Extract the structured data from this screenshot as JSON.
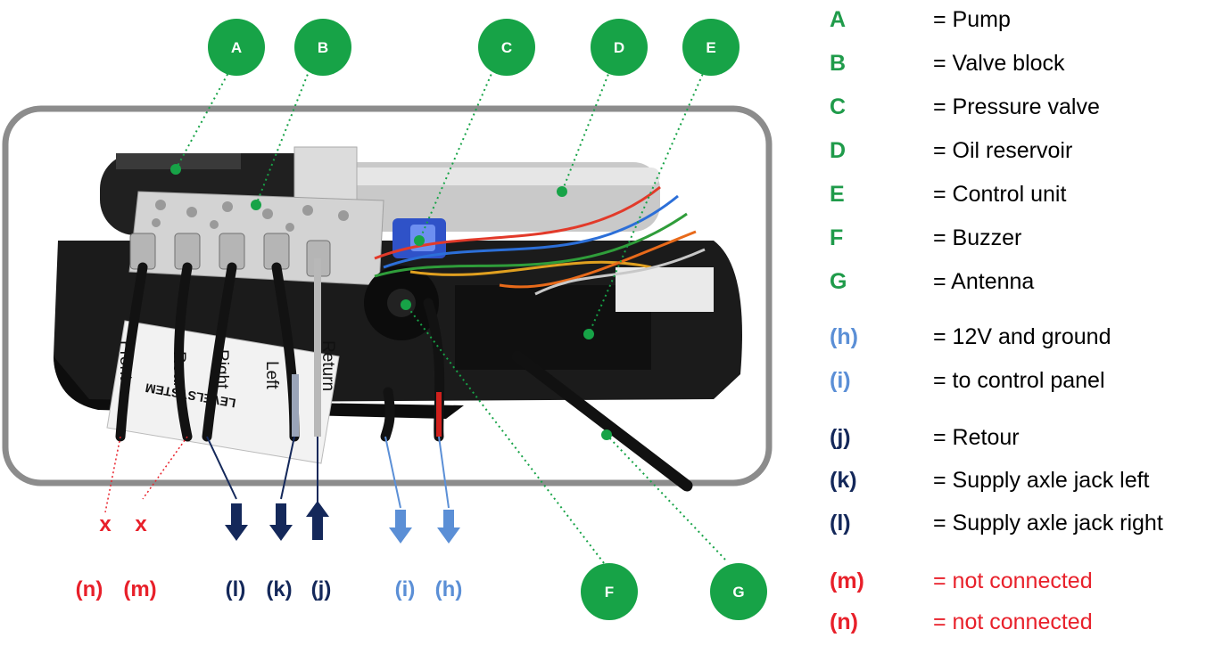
{
  "components": [
    {
      "key": "A",
      "label": "Pump"
    },
    {
      "key": "B",
      "label": "Valve block"
    },
    {
      "key": "C",
      "label": "Pressure valve"
    },
    {
      "key": "D",
      "label": "Oil reservoir"
    },
    {
      "key": "E",
      "label": "Control unit"
    },
    {
      "key": "F",
      "label": "Buzzer"
    },
    {
      "key": "G",
      "label": "Antenna"
    }
  ],
  "connections": [
    {
      "key": "(h)",
      "label": "12V and ground"
    },
    {
      "key": "(i)",
      "label": "to control panel"
    },
    {
      "key": "(j)",
      "label": "Retour"
    },
    {
      "key": "(k)",
      "label": "Supply axle jack left"
    },
    {
      "key": "(l)",
      "label": "Supply axle jack right"
    },
    {
      "key": "(m)",
      "label": "not connected"
    },
    {
      "key": "(n)",
      "label": "not connected"
    }
  ],
  "unconnected_marker": "x",
  "photo_labels": {
    "front": "Front",
    "rear": "Rear",
    "right": "Right",
    "left": "Left",
    "return": "Return",
    "brand": "LEVELSYSTEM"
  },
  "colors": {
    "badge_green": "#17a347",
    "legend_green": "#1f9b4a",
    "dark_blue": "#14285a",
    "light_blue": "#5b8fd6",
    "red": "#e8202a",
    "frame_gray": "#8c8c8c"
  }
}
